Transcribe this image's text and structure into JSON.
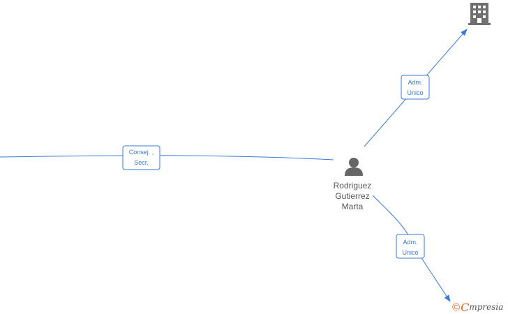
{
  "diagram": {
    "person": {
      "name_lines": [
        "Rodriguez",
        "Gutierrez",
        "Marta"
      ],
      "icon": "person-icon"
    },
    "company_top": {
      "icon": "building-icon"
    },
    "edges": [
      {
        "id": "consej",
        "label_lines": [
          "Consej. ,",
          "Secr."
        ]
      },
      {
        "id": "adm-top",
        "label_lines": [
          "Adm.",
          "Unico"
        ]
      },
      {
        "id": "adm-bottom",
        "label_lines": [
          "Adm.",
          "Unico"
        ]
      }
    ],
    "colors": {
      "edge": "#3a7bd5",
      "icon": "#666666",
      "brand": "#e8641b"
    }
  },
  "watermark": {
    "copyright": "©",
    "brand_initial": "C",
    "brand_rest": "mpresia"
  }
}
